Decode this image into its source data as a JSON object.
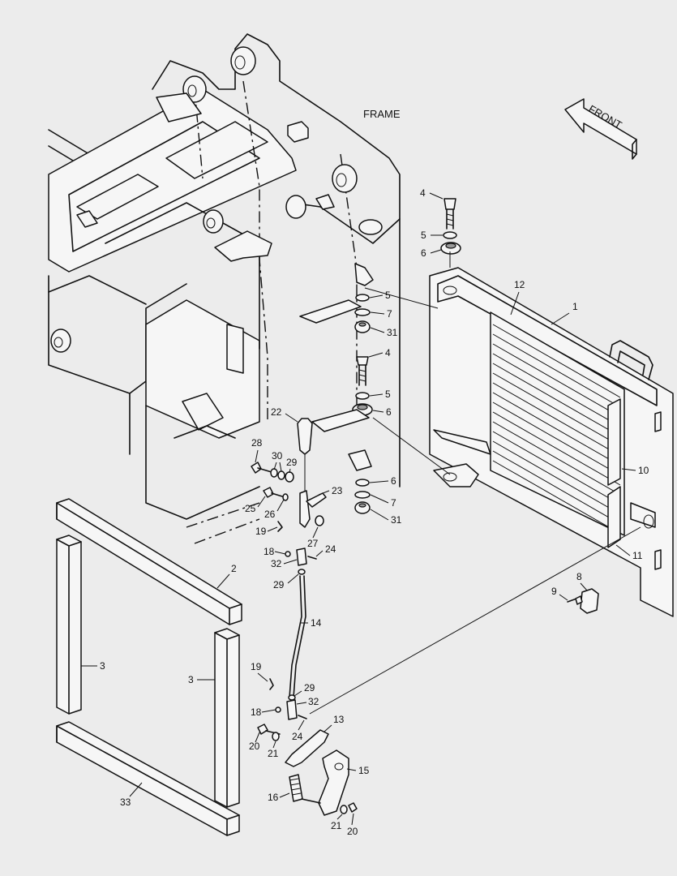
{
  "text": {
    "frame": "FRAME",
    "front": "FRONT"
  },
  "callouts": [
    "1",
    "2",
    "3",
    "3",
    "4",
    "4",
    "5",
    "5",
    "5",
    "6",
    "6",
    "7",
    "7",
    "8",
    "9",
    "10",
    "11",
    "12",
    "13",
    "14",
    "15",
    "16",
    "18",
    "18",
    "19",
    "19",
    "20",
    "20",
    "21",
    "21",
    "22",
    "23",
    "24",
    "24",
    "25",
    "26",
    "27",
    "28",
    "29",
    "29",
    "29",
    "30",
    "31",
    "31",
    "32",
    "32",
    "33"
  ]
}
